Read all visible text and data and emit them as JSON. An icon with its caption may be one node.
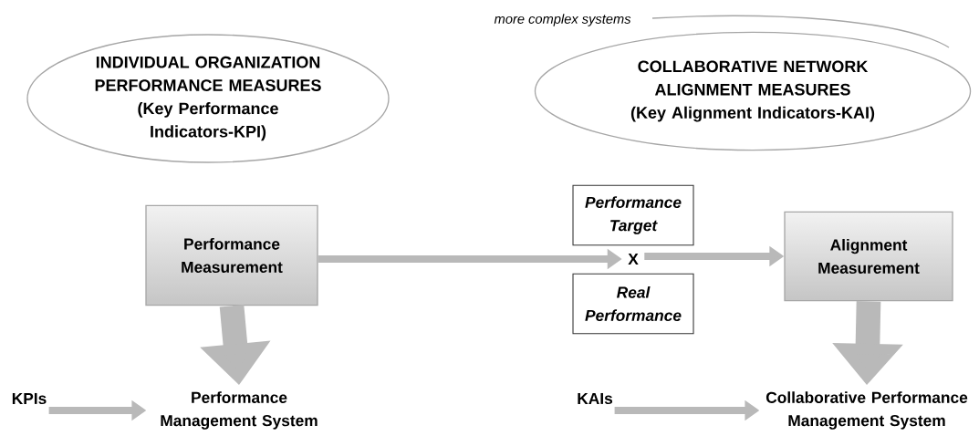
{
  "diagram": {
    "nodes": [
      {
        "text": [
          "INDIVIDUAL ORGANIZATION",
          "PERFORMANCE MEASURES",
          "(Key Performance Indicators-KPI)"
        ]
      },
      {
        "text": [
          "COLLABORATIVE NETWORK",
          "ALIGNMENT MEASURES",
          "(Key Alignment Indicators-KAI)"
        ]
      },
      {
        "text": [
          "Performance Measurement"
        ]
      },
      {
        "text": [
          "Performance Target"
        ]
      },
      {
        "text": [
          "X"
        ]
      },
      {
        "text": [
          "Real Performance"
        ]
      },
      {
        "text": [
          "Alignment Measurement"
        ]
      },
      {
        "text": [
          "KPIs"
        ]
      },
      {
        "text": [
          "Performance Management  System"
        ]
      },
      {
        "text": [
          "KAIs"
        ]
      },
      {
        "text": [
          "Collaborative Performance Management System"
        ]
      }
    ],
    "edges": [
      {
        "from": 2,
        "to": 4,
        "arrow": "to"
      },
      {
        "from": 4,
        "to": 6,
        "arrow": "to"
      },
      {
        "from": 2,
        "to": 8,
        "arrow": "to",
        "style": "thick",
        "color": "#b9b9b9"
      },
      {
        "from": 6,
        "to": 10,
        "arrow": "to",
        "style": "thick",
        "color": "#b9b9b9"
      },
      {
        "from": 7,
        "to": 8,
        "arrow": "to"
      },
      {
        "from": 9,
        "to": 10,
        "arrow": "to"
      }
    ],
    "labels": [
      "more complex systems"
    ]
  }
}
